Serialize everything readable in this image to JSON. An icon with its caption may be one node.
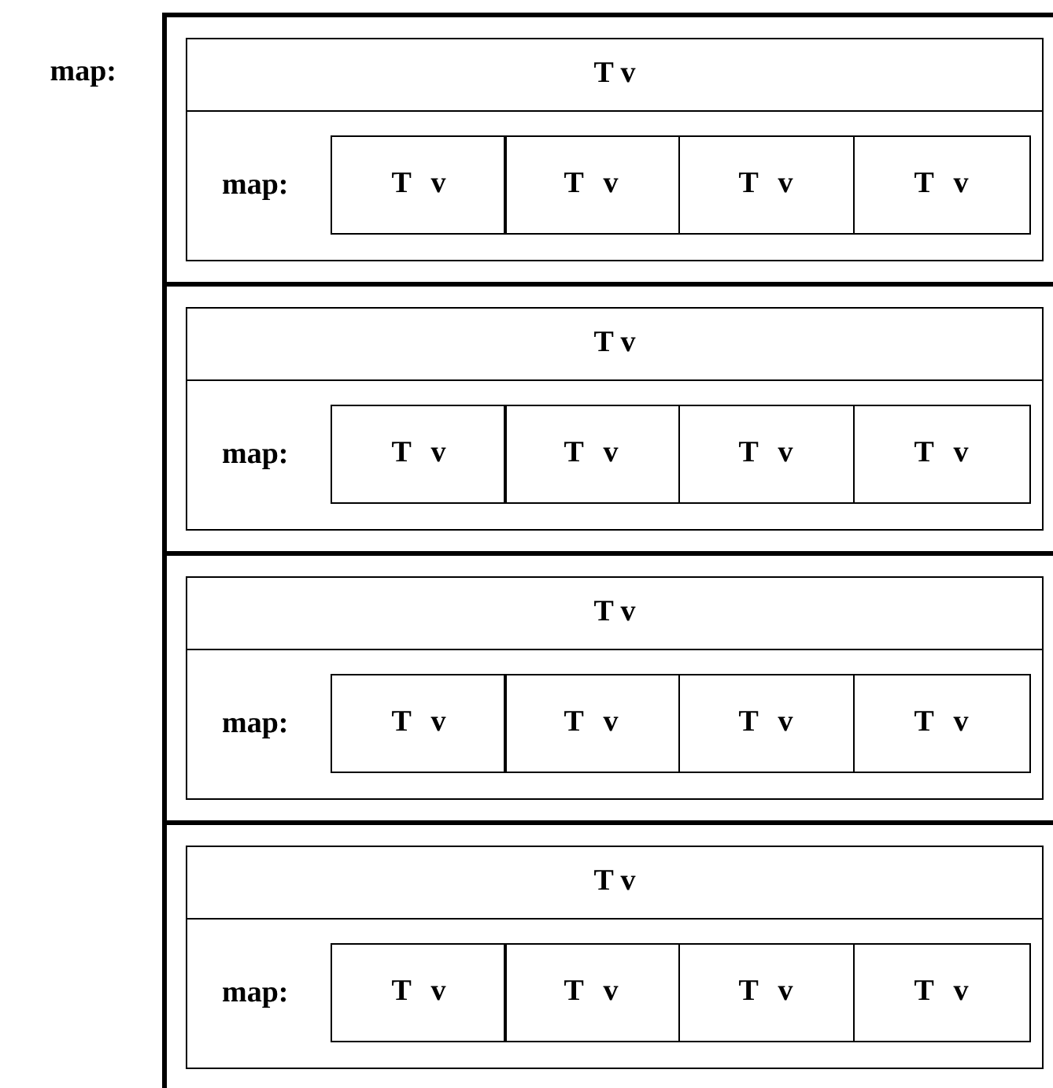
{
  "diagram": {
    "nodes": [
      {
        "text": [
          "map:"
        ]
      },
      {
        "text": [],
        "shape": "box",
        "in": 0
      },
      {
        "text": [
          "T v",
          "map:"
        ],
        "in": 1
      },
      {
        "text": [
          "T v"
        ],
        "in": 2
      },
      {
        "text": [
          "T v"
        ],
        "in": 2
      },
      {
        "text": [
          "T v"
        ],
        "in": 2
      },
      {
        "text": [
          "T v"
        ],
        "in": 2
      },
      {
        "text": [],
        "shape": "box",
        "in": 0
      },
      {
        "text": [
          "T v",
          "map:"
        ],
        "in": 7
      },
      {
        "text": [
          "T v"
        ],
        "in": 8
      },
      {
        "text": [
          "T v"
        ],
        "in": 8
      },
      {
        "text": [
          "T v"
        ],
        "in": 8
      },
      {
        "text": [
          "T v"
        ],
        "in": 8
      },
      {
        "text": [],
        "shape": "box",
        "in": 0
      },
      {
        "text": [
          "T v",
          "map:"
        ],
        "in": 13
      },
      {
        "text": [
          "T v"
        ],
        "in": 14
      },
      {
        "text": [
          "T v"
        ],
        "in": 14
      },
      {
        "text": [
          "T v"
        ],
        "in": 14
      },
      {
        "text": [
          "T v"
        ],
        "in": 14
      },
      {
        "text": [],
        "shape": "box",
        "in": 0
      },
      {
        "text": [
          "T v",
          "map:"
        ],
        "in": 19
      },
      {
        "text": [
          "T v"
        ],
        "in": 20
      },
      {
        "text": [
          "T v"
        ],
        "in": 20
      },
      {
        "text": [
          "T v"
        ],
        "in": 20
      },
      {
        "text": [
          "T v"
        ],
        "in": 20
      }
    ]
  }
}
